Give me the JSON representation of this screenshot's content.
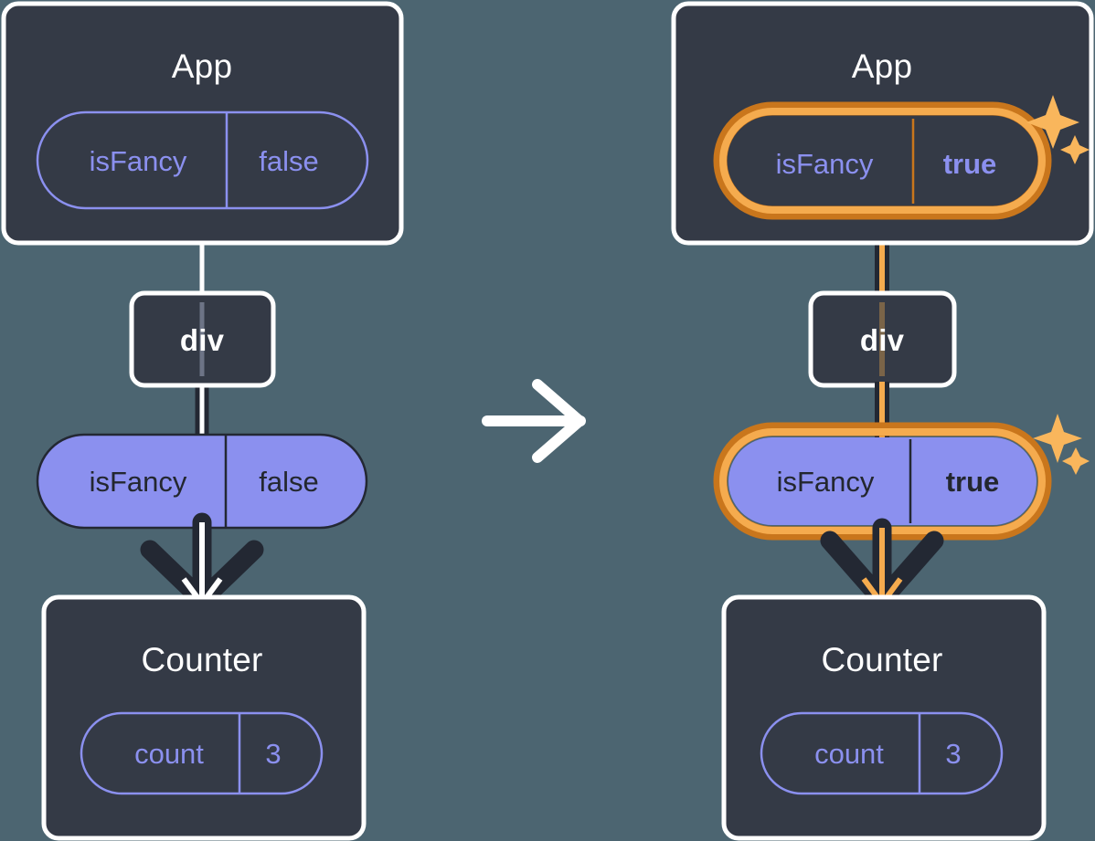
{
  "diagram": {
    "title_semantic": "react-state-propagation-before-after",
    "type": "state-flow-diagram",
    "background_color": "#4c6571",
    "transition_arrow": {
      "name": "transition-arrow",
      "direction": "right",
      "color": "#ffffff"
    },
    "panels": [
      {
        "id": "before",
        "highlighted": false,
        "app_box": {
          "title": "App",
          "state_pill": {
            "key": "isFancy",
            "value": "false",
            "style": "outline",
            "highlighted": false,
            "bold_value": false
          }
        },
        "div_box": {
          "title": "div"
        },
        "prop_pill": {
          "key": "isFancy",
          "value": "false",
          "style": "filled",
          "highlighted": false,
          "bold_value": false
        },
        "counter_box": {
          "title": "Counter",
          "state_pill": {
            "key": "count",
            "value": "3",
            "style": "outline",
            "highlighted": false
          }
        },
        "connector_color": "#ffffff",
        "arrow_inner_color": "#ffffff"
      },
      {
        "id": "after",
        "highlighted": true,
        "app_box": {
          "title": "App",
          "state_pill": {
            "key": "isFancy",
            "value": "true",
            "style": "outline",
            "highlighted": true,
            "bold_value": true
          }
        },
        "div_box": {
          "title": "div"
        },
        "prop_pill": {
          "key": "isFancy",
          "value": "true",
          "style": "filled",
          "highlighted": true,
          "bold_value": true
        },
        "counter_box": {
          "title": "Counter",
          "state_pill": {
            "key": "count",
            "value": "3",
            "style": "outline",
            "highlighted": false
          }
        },
        "connector_color": "#f5ab4e",
        "arrow_inner_color": "#f5ab4e",
        "sparkles": [
          {
            "name": "sparkle-icon-app",
            "size": "large"
          },
          {
            "name": "sparkle-icon-prop",
            "size": "small"
          }
        ]
      }
    ],
    "colors": {
      "background": "#4c6571",
      "box_fill": "#343a46",
      "box_border": "#ffffff",
      "pill_purple_fill": "#8b90ef",
      "pill_purple_stroke": "#8b90ef",
      "text_dark": "#23272f",
      "highlight_outer": "#c9761c",
      "highlight_inner": "#f5ab4e",
      "arrow_dark": "#232833"
    }
  }
}
